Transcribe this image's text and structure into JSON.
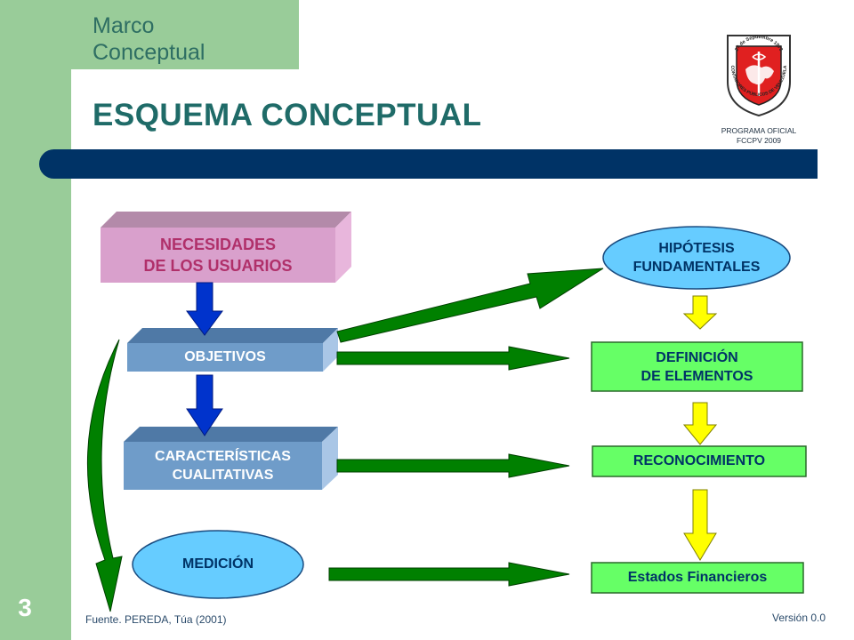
{
  "header": {
    "section": "Marco\nConceptual",
    "title": "ESQUEMA CONCEPTUAL"
  },
  "logo": {
    "ring_top": "27 de Septiembre 1973",
    "ring_bottom": "CONTADORES PÚBLICOS DE VENEZUELA",
    "caption_line1": "PROGRAMA OFICIAL",
    "caption_line2": "FCCPV 2009"
  },
  "left_column": {
    "necesidades": "NECESIDADES\nDE LOS USUARIOS",
    "objetivos": "OBJETIVOS",
    "caracteristicas": "CARACTERÍSTICAS\nCUALITATIVAS",
    "medicion": "MEDICIÓN"
  },
  "right_column": {
    "hipotesis": "HIPÓTESIS\nFUNDAMENTALES",
    "definicion": "DEFINICIÓN\nDE ELEMENTOS",
    "reconocimiento": "RECONOCIMIENTO",
    "estados": "Estados Financieros"
  },
  "footer": {
    "source": "Fuente. PEREDA, Túa  (2001)",
    "version": "Versión 0.0",
    "slide_number": "3"
  },
  "colors": {
    "band_green": "#99cc99",
    "title_teal": "#1f6b68",
    "bar_navy": "#003366",
    "box_pink": "#d9a0cc",
    "box_blue": "#6f9cc9",
    "oval_blue": "#66ccff",
    "box_green": "#66ff66",
    "arrow_green": "#008000",
    "arrow_blue": "#0033cc",
    "arrow_yellow": "#ffff00"
  }
}
